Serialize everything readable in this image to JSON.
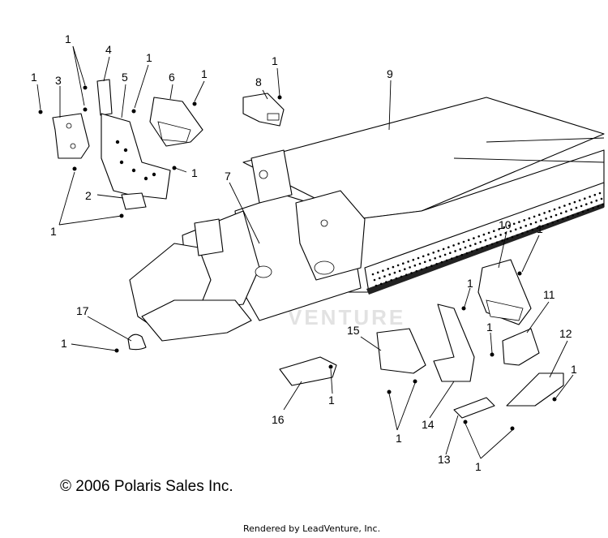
{
  "callouts": [
    {
      "id": "c-1a",
      "text": "1"
    },
    {
      "id": "c-1b",
      "text": "1"
    },
    {
      "id": "c-1c",
      "text": "1"
    },
    {
      "id": "c-1d",
      "text": "1"
    },
    {
      "id": "c-1e",
      "text": "1"
    },
    {
      "id": "c-1f",
      "text": "1"
    },
    {
      "id": "c-1g",
      "text": "1"
    },
    {
      "id": "c-1h",
      "text": "1"
    },
    {
      "id": "c-1i",
      "text": "1"
    },
    {
      "id": "c-1j",
      "text": "1"
    },
    {
      "id": "c-1k",
      "text": "1"
    },
    {
      "id": "c-1l",
      "text": "1"
    },
    {
      "id": "c-1m",
      "text": "1"
    },
    {
      "id": "c-1n",
      "text": "1"
    },
    {
      "id": "c-1o",
      "text": "1"
    },
    {
      "id": "c-1p",
      "text": "1"
    },
    {
      "id": "c-2",
      "text": "2"
    },
    {
      "id": "c-3",
      "text": "3"
    },
    {
      "id": "c-4",
      "text": "4"
    },
    {
      "id": "c-5",
      "text": "5"
    },
    {
      "id": "c-6",
      "text": "6"
    },
    {
      "id": "c-7",
      "text": "7"
    },
    {
      "id": "c-8",
      "text": "8"
    },
    {
      "id": "c-9",
      "text": "9"
    },
    {
      "id": "c-10",
      "text": "10"
    },
    {
      "id": "c-11",
      "text": "11"
    },
    {
      "id": "c-12",
      "text": "12"
    },
    {
      "id": "c-13",
      "text": "13"
    },
    {
      "id": "c-14",
      "text": "14"
    },
    {
      "id": "c-15",
      "text": "15"
    },
    {
      "id": "c-16",
      "text": "16"
    },
    {
      "id": "c-17",
      "text": "17"
    }
  ],
  "watermark": "VENTURE",
  "copyright": "© 2006 Polaris Sales Inc.",
  "rendered_by": "Rendered by LeadVenture, Inc."
}
